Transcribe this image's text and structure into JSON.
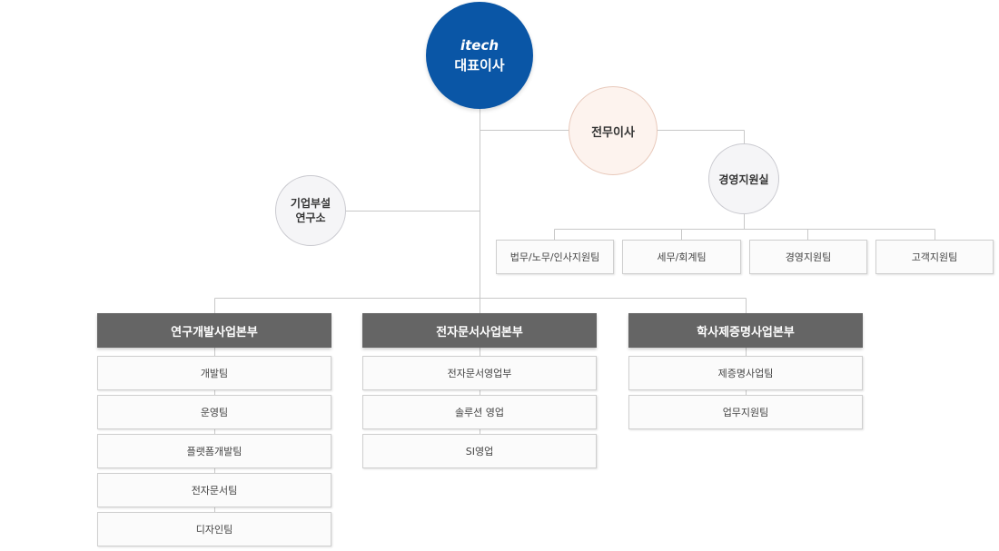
{
  "ceo": {
    "logo": "itech",
    "title": "대표이사"
  },
  "executive": {
    "label": "전무이사"
  },
  "management": {
    "label": "경영지원실",
    "teams": [
      "법무/노무/인사지원팀",
      "세무/회계팀",
      "경영지원팀",
      "고객지원팀"
    ]
  },
  "lab": {
    "line1": "기업부설",
    "line2": "연구소"
  },
  "divisions": [
    {
      "title": "연구개발사업본부",
      "teams": [
        "개발팀",
        "운영팀",
        "플랫폼개발팀",
        "전자문서팀",
        "디자인팀"
      ]
    },
    {
      "title": "전자문서사업본부",
      "teams": [
        "전자문서영업부",
        "솔루션 영업",
        "SI영업"
      ]
    },
    {
      "title": "학사제증명사업본부",
      "teams": [
        "제증명사업팀",
        "업무지원팀"
      ]
    }
  ],
  "colors": {
    "ceo": "#0a56a6",
    "division_header": "#656565",
    "executive_fill": "#fdf3ee",
    "line": "#c8c8c8"
  }
}
